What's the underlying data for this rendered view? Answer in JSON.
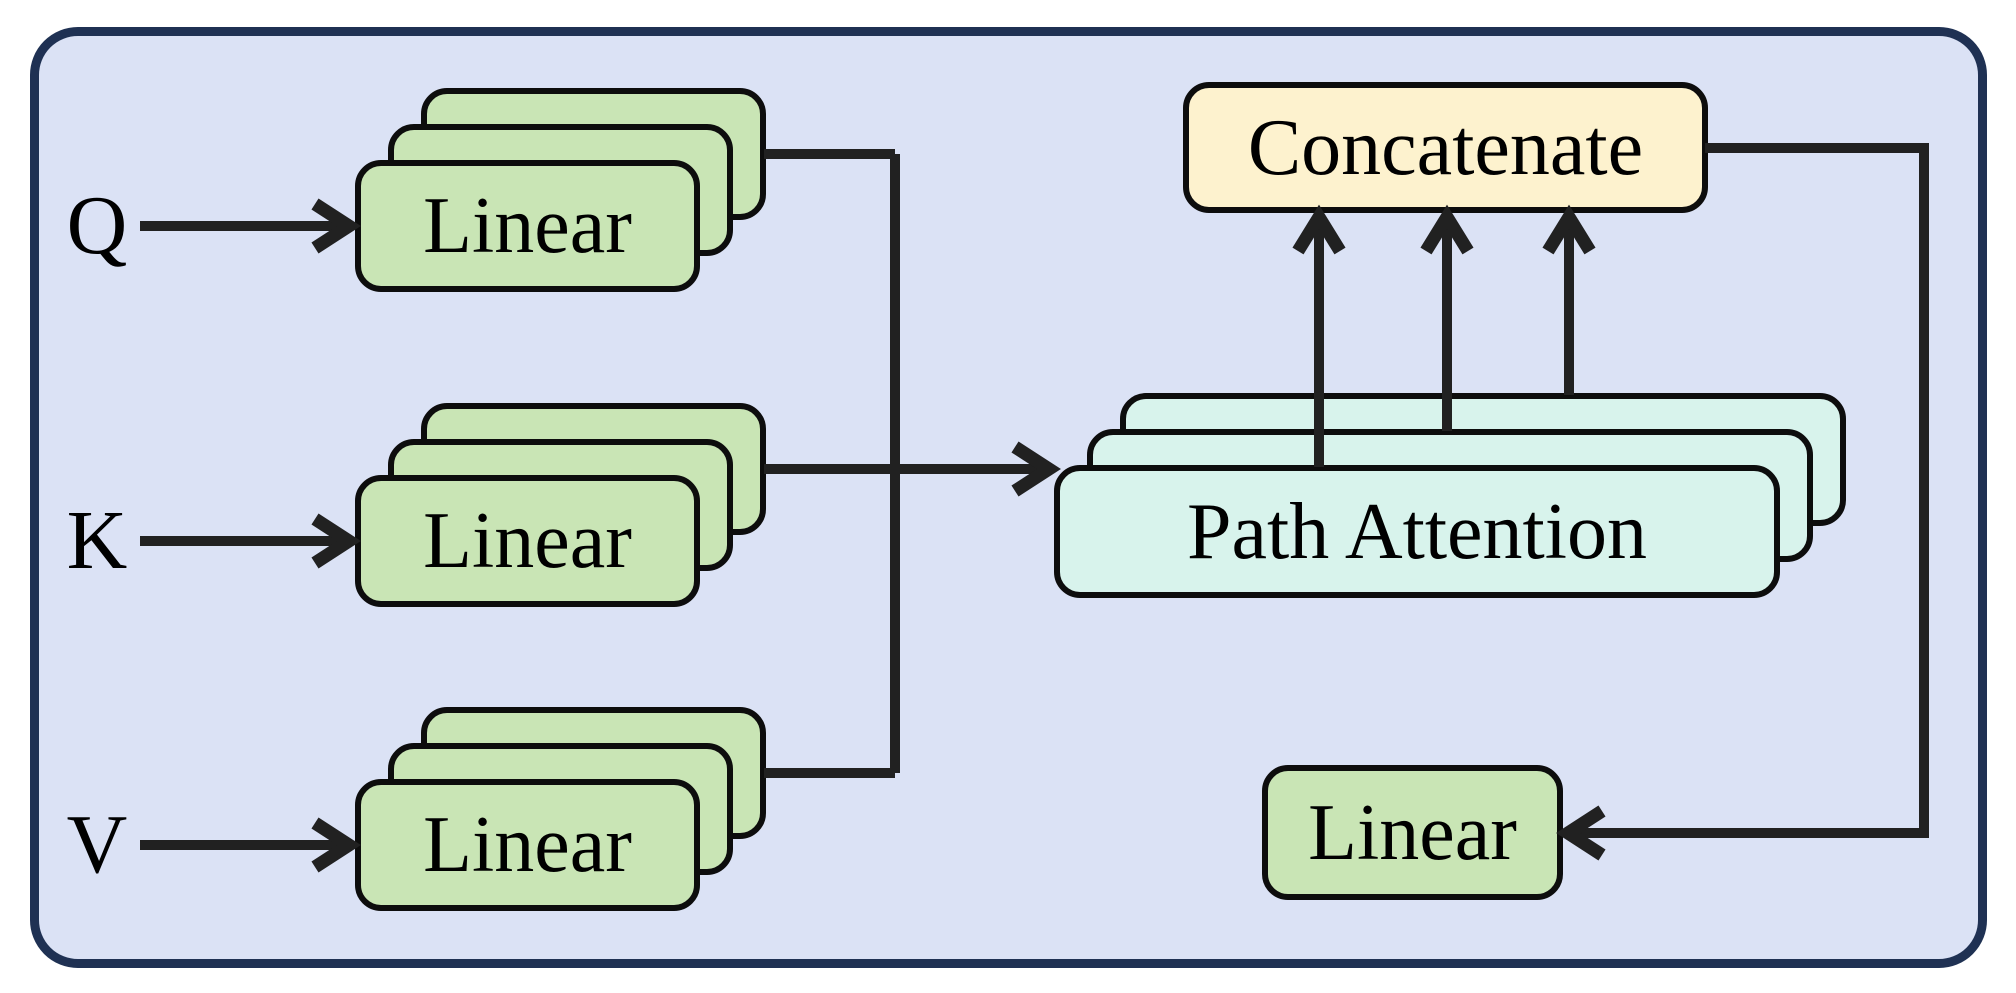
{
  "labels": {
    "q": "Q",
    "k": "K",
    "v": "V",
    "linear": "Linear",
    "path_attention": "Path Attention",
    "concatenate": "Concatenate"
  },
  "stacks": {
    "q_linear_layers": 3,
    "k_linear_layers": 3,
    "v_linear_layers": 3,
    "path_attention_layers": 3
  },
  "colors": {
    "panel-fill": "#dbe2f5",
    "panel-border": "#1f3153",
    "green-fill": "#c9e5b5",
    "cyan-fill": "#d8f3ec",
    "yellow-fill": "#fdf2ce",
    "box-border": "#0d0d0d",
    "line": "#212121",
    "text": "#000000",
    "page-bg": "#ffffff"
  }
}
